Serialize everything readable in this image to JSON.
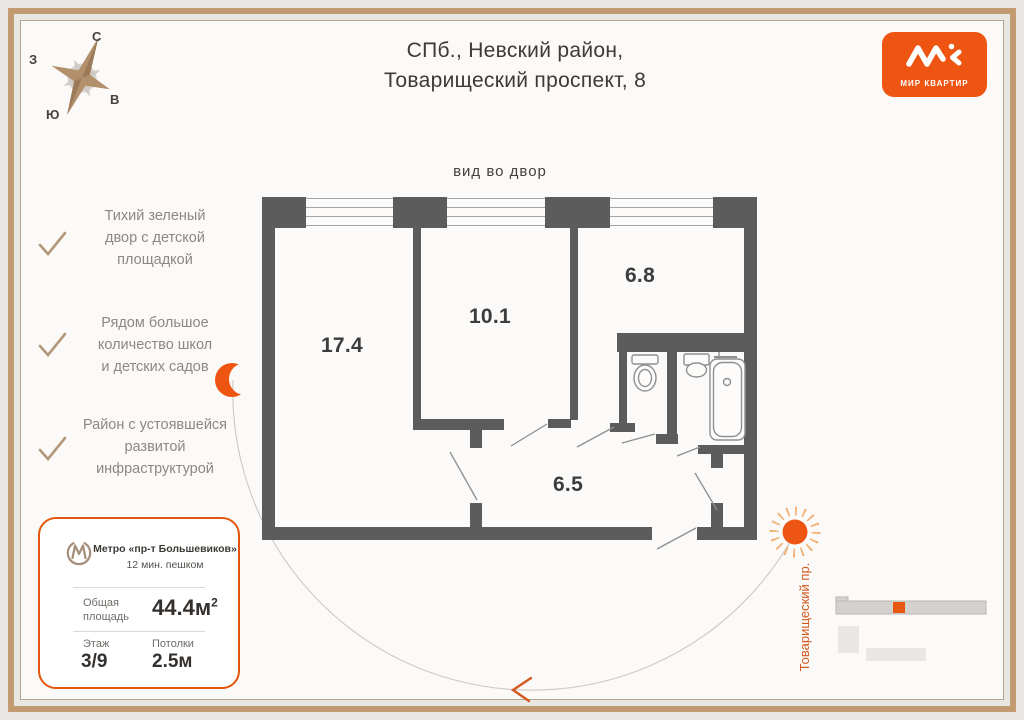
{
  "header": {
    "title_line1": "СПб., Невский район,",
    "title_line2": "Товарищеский проспект, 8"
  },
  "logo": {
    "brand": "МИР КВАРТИР"
  },
  "compass": {
    "north": "С",
    "south": "Ю",
    "west": "З",
    "east": "В"
  },
  "plan": {
    "view_label": "вид во двор",
    "rooms": [
      {
        "id": "living-room",
        "area": "17.4"
      },
      {
        "id": "bedroom",
        "area": "10.1"
      },
      {
        "id": "kitchen",
        "area": "6.8"
      },
      {
        "id": "hallway",
        "area": "6.5"
      }
    ]
  },
  "features": [
    {
      "lines": [
        "Тихий зеленый",
        "двор с детской",
        "площадкой"
      ]
    },
    {
      "lines": [
        "Рядом большое",
        "количество школ",
        "и детских садов"
      ]
    },
    {
      "lines": [
        "Район с устоявшейся",
        "развитой",
        "инфраструктурой"
      ]
    }
  ],
  "info_card": {
    "metro_name": "Метро «пр-т Большевиков»",
    "metro_walk": "12 мин. пешком",
    "area_label_line1": "Общая",
    "area_label_line2": "площадь",
    "area_value": "44.4м",
    "area_sup": "2",
    "floor_label": "Этаж",
    "floor_value": "3/9",
    "ceiling_label": "Потолки",
    "ceiling_value": "2.5м"
  },
  "site": {
    "street_label": "Товарищеский пр."
  },
  "colors": {
    "accent": "#ee5512",
    "wall": "#5c5c5c",
    "frame": "#c39b71",
    "checkmark": "#b3977a"
  }
}
